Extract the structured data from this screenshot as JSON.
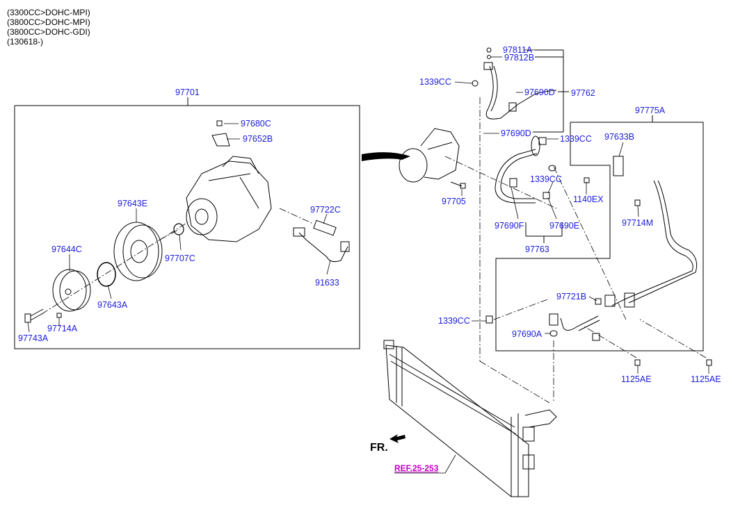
{
  "specs": [
    "(3300CC>DOHC-MPI)",
    "(3800CC>DOHC-MPI)",
    "(3800CC>DOHC-GDI)",
    "(130618-)"
  ],
  "parts": {
    "p97701": "97701",
    "p97680C": "97680C",
    "p97652B": "97652B",
    "p97643E": "97643E",
    "p97722C": "97722C",
    "p97644C": "97644C",
    "p97707C": "97707C",
    "p91633": "91633",
    "p97643A": "97643A",
    "p97714A": "97714A",
    "p97743A": "97743A",
    "p97811A": "97811A",
    "p97812B": "97812B",
    "p1339CC_a": "1339CC",
    "p97690D_a": "97690D",
    "p97762": "97762",
    "p97690D_b": "97690D",
    "p1339CC_b": "1339CC",
    "p97775A": "97775A",
    "p97633B": "97633B",
    "p1339CC_c": "1339CC",
    "p97705": "97705",
    "p1140EX": "1140EX",
    "p97714M": "97714M",
    "p97690F": "97690F",
    "p97690E": "97690E",
    "p97763": "97763",
    "p97721B": "97721B",
    "p1339CC_d": "1339CC",
    "p97690A": "97690A",
    "p1125AE_a": "1125AE",
    "p1125AE_b": "1125AE"
  },
  "ref_link": "REF.25-253",
  "front_label": "FR."
}
